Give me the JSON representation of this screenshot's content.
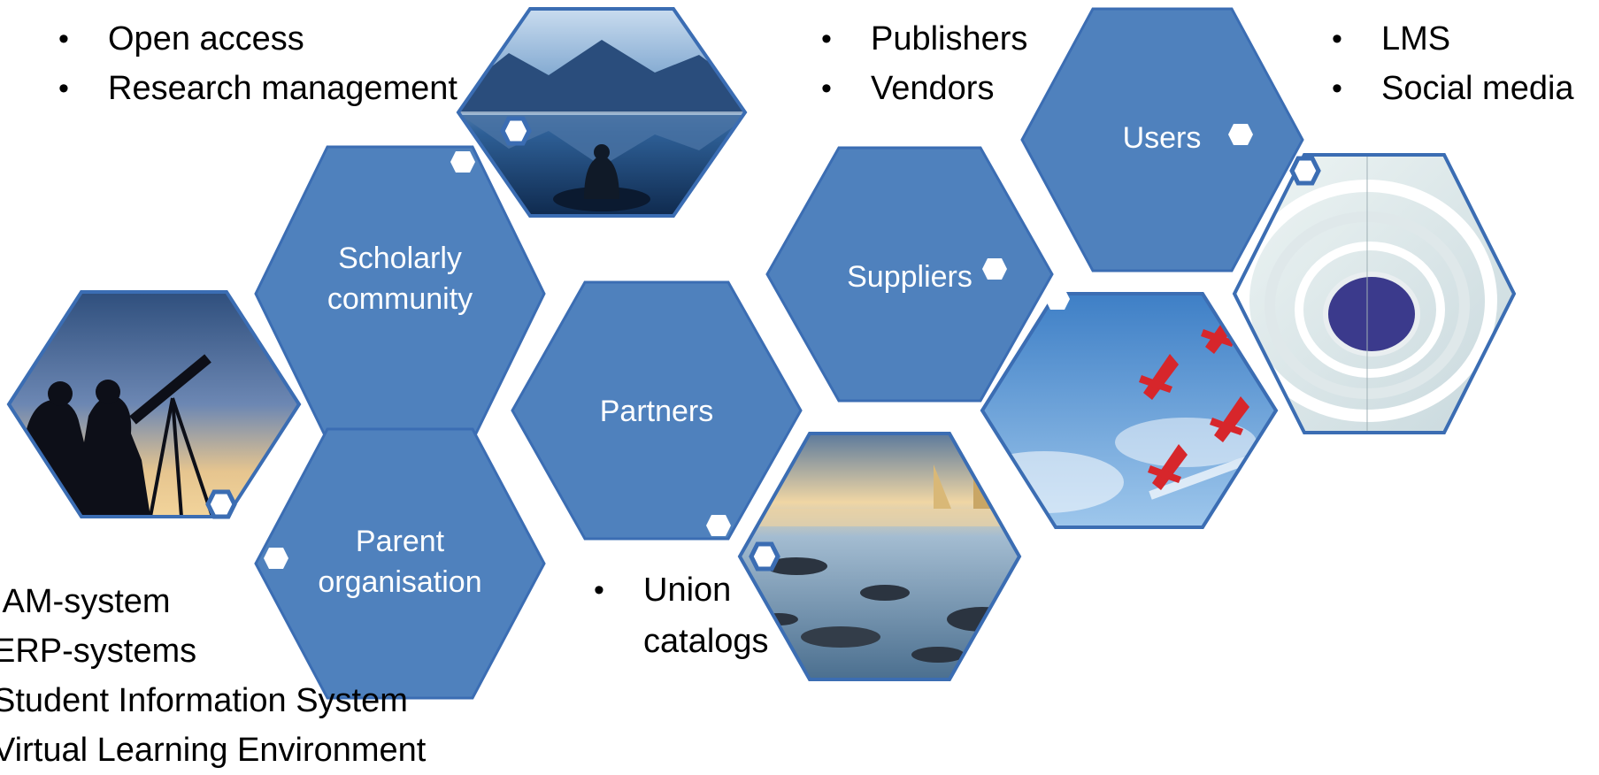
{
  "colors": {
    "hex_fill": "#4F81BD",
    "hex_border": "#3B6DB3",
    "text_on_hex": "#FFFFFF",
    "bullet_text": "#000000"
  },
  "hexagons": {
    "scholarly": "Scholarly community",
    "parent": "Parent organisation",
    "partners": "Partners",
    "suppliers": "Suppliers",
    "users": "Users"
  },
  "lists": {
    "scholarly": [
      "Open access",
      "Research management"
    ],
    "suppliers": [
      "Publishers",
      "Vendors"
    ],
    "users": [
      "LMS",
      "Social media"
    ],
    "partners": [
      "Union catalogs"
    ],
    "parent": [
      "IAM-system",
      "ERP-systems",
      "Student Information System",
      "Virtual Learning Environment"
    ]
  },
  "images": [
    "lake-reflection-photo",
    "telescope-silhouette-photo",
    "sailboats-seascape-photo",
    "aerobatic-planes-photo",
    "spiral-building-interior-photo"
  ]
}
